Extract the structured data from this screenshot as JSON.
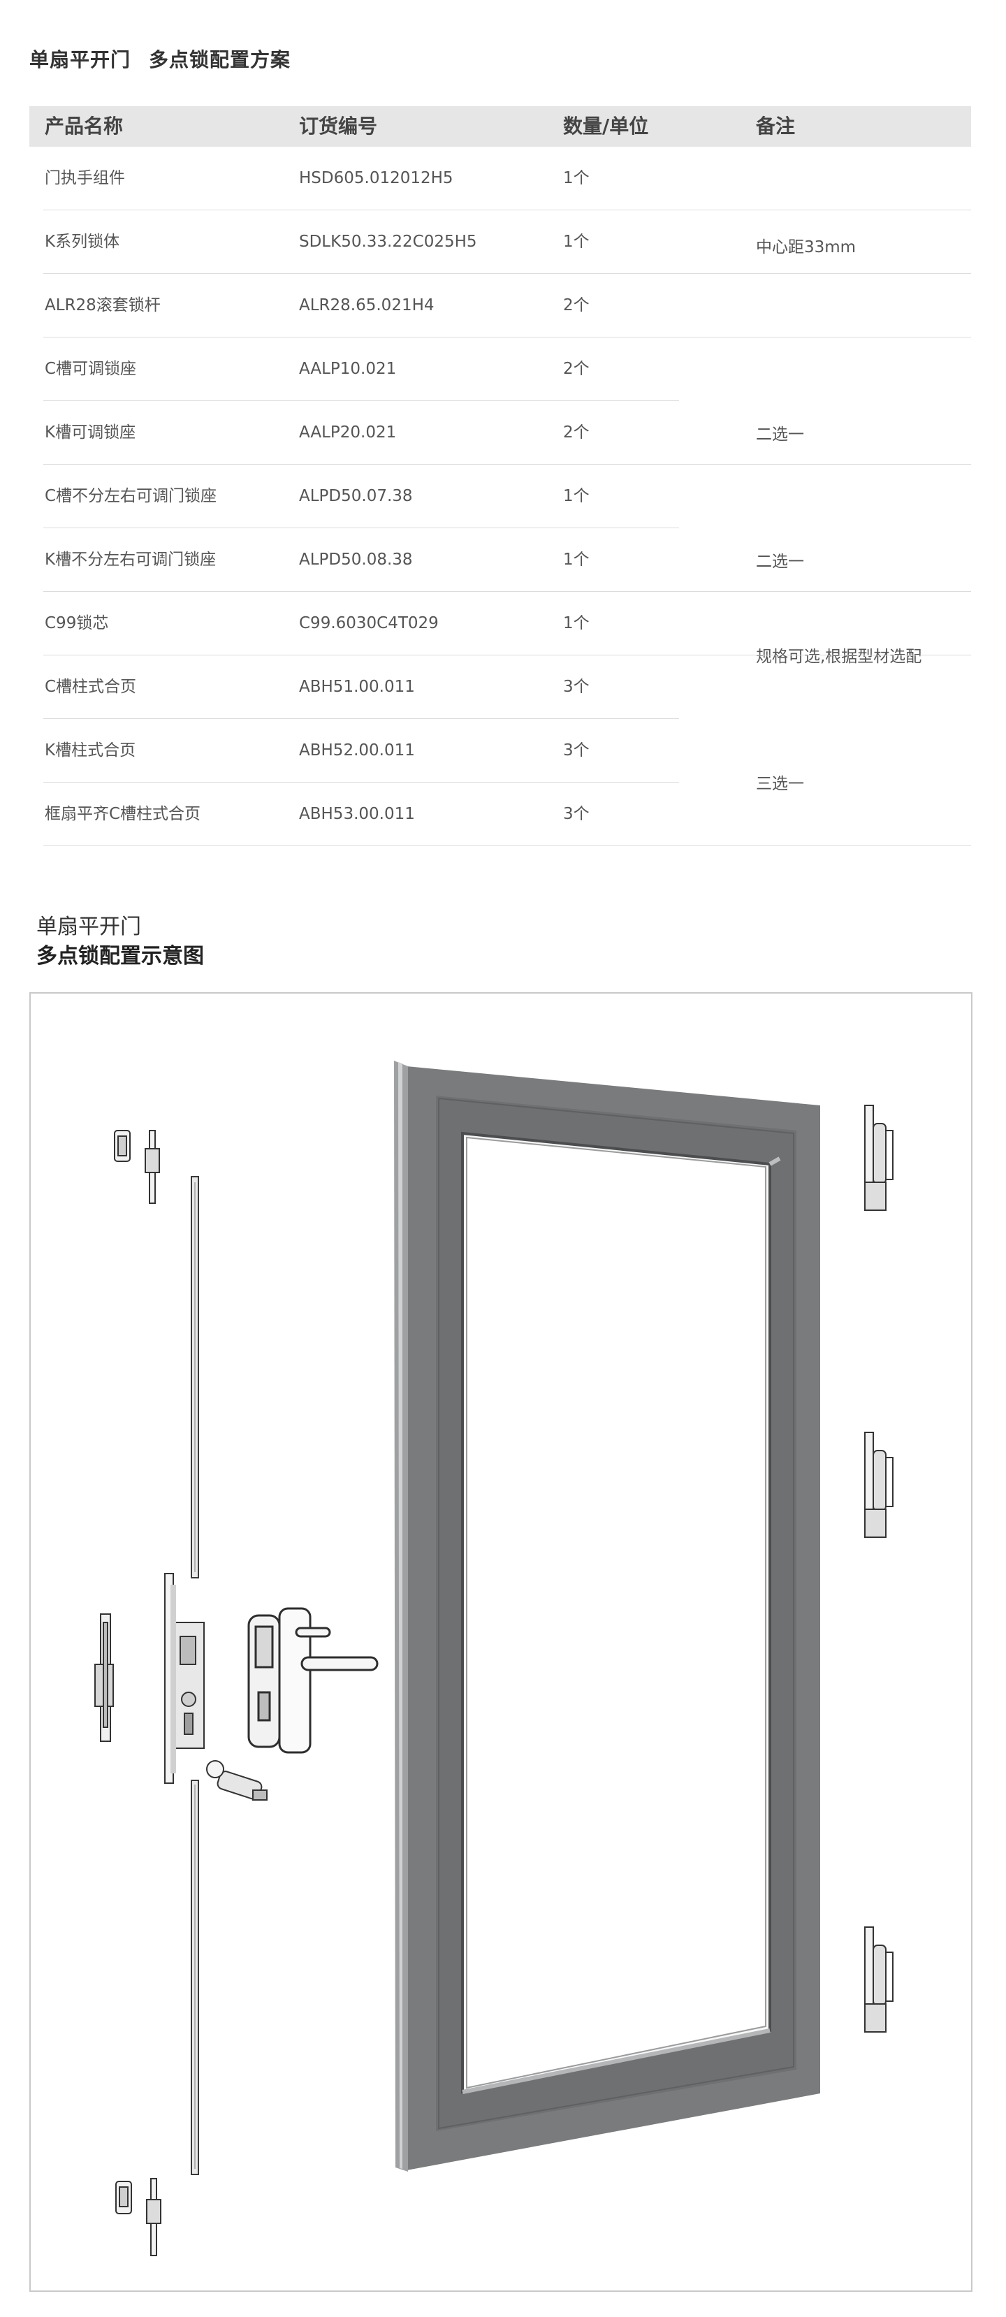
{
  "page_title": {
    "part1": "单扇平开门",
    "part2": "多点锁配置方案"
  },
  "table": {
    "headers": [
      "产品名称",
      "订货编号",
      "数量/单位",
      "备注"
    ],
    "rows": [
      {
        "name": "门执手组件",
        "code": "HSD605.012012H5",
        "qty": "1个"
      },
      {
        "name": "K系列锁体",
        "code": "SDLK50.33.22C025H5",
        "qty": "1个"
      },
      {
        "name": "ALR28滚套锁杆",
        "code": "ALR28.65.021H4",
        "qty": "2个"
      },
      {
        "name": "C槽可调锁座",
        "code": "AALP10.021",
        "qty": "2个"
      },
      {
        "name": "K槽可调锁座",
        "code": "AALP20.021",
        "qty": "2个"
      },
      {
        "name": "C槽不分左右可调门锁座",
        "code": "ALPD50.07.38",
        "qty": "1个"
      },
      {
        "name": "K槽不分左右可调门锁座",
        "code": "ALPD50.08.38",
        "qty": "1个"
      },
      {
        "name": "C99锁芯",
        "code": "C99.6030C4T029",
        "qty": "1个"
      },
      {
        "name": "C槽柱式合页",
        "code": "ABH51.00.011",
        "qty": "3个"
      },
      {
        "name": "K槽柱式合页",
        "code": "ABH52.00.011",
        "qty": "3个"
      },
      {
        "name": "框扇平齐C槽柱式合页",
        "code": "ABH53.00.011",
        "qty": "3个"
      }
    ],
    "notes": {
      "k_lock_body": "中心距33mm",
      "adjustable_seat_group": "二选一",
      "door_seat_group": "二选一",
      "cylinder": "规格可选,根据型材选配",
      "hinge_group": "三选一"
    }
  },
  "diagram": {
    "title_line1": "单扇平开门",
    "title_line2": "多点锁配置示意图"
  }
}
